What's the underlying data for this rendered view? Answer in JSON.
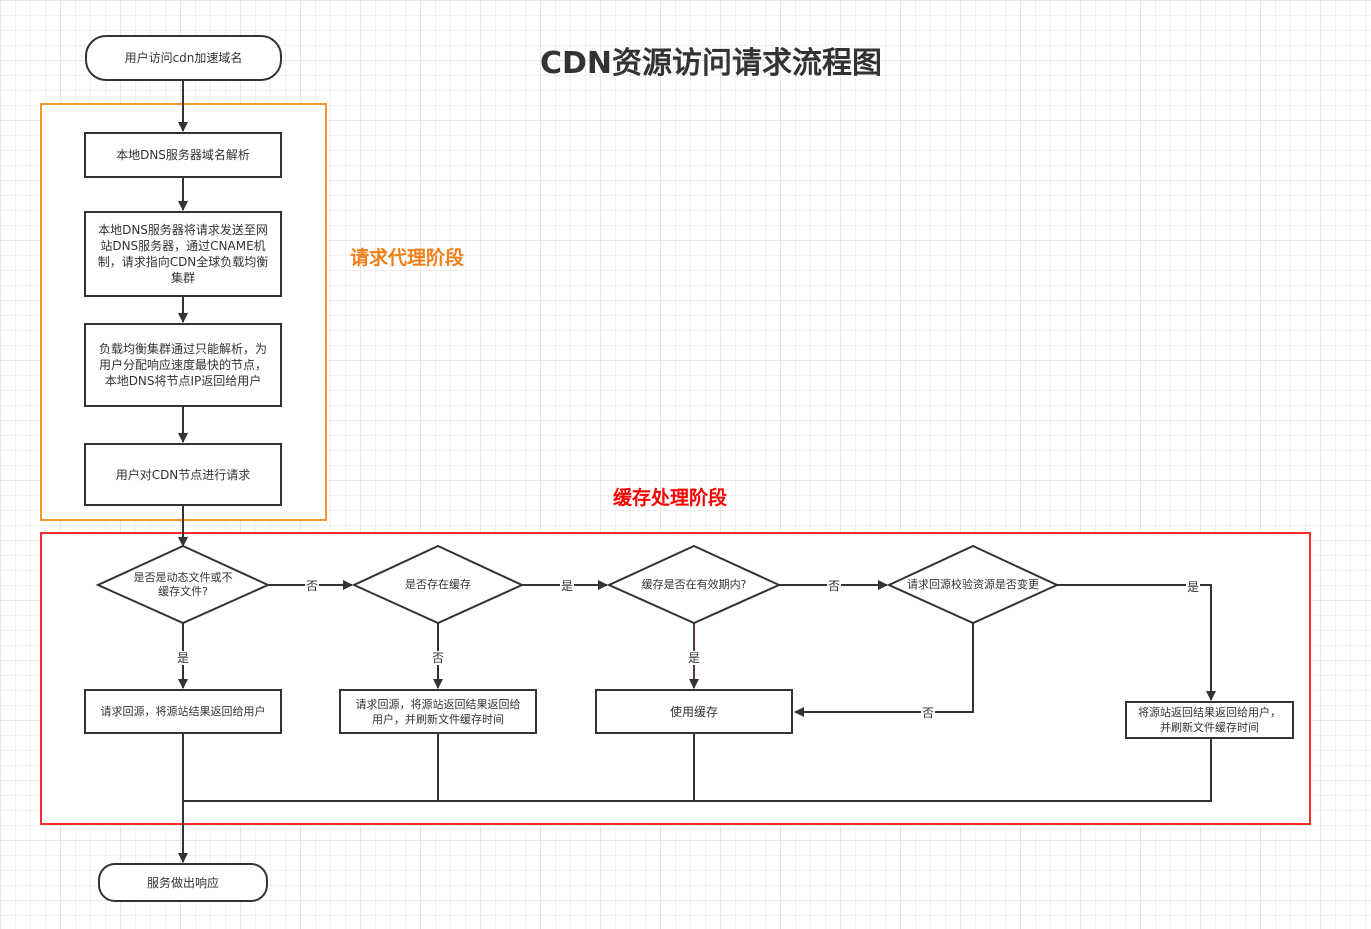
{
  "title": "CDN资源访问请求流程图",
  "colors": {
    "stroke": "#333333",
    "proxy_stage": "#f5932f",
    "cache_stage": "#ff2a2a",
    "proxy_label": "#f07f1a",
    "cache_label": "#ff0000"
  },
  "stages": {
    "proxy": "请求代理阶段",
    "cache": "缓存处理阶段"
  },
  "nodes": {
    "start": "用户访问cdn加速域名",
    "local_dns": "本地DNS服务器域名解析",
    "cname": "本地DNS服务器将请求发送至网站DNS服务器，通过CNAME机制，请求指向CDN全球负载均衡集群",
    "gslb": "负载均衡集群通过只能解析，为用户分配响应速度最快的节点，本地DNS将节点IP返回给用户",
    "request_node": "用户对CDN节点进行请求",
    "decision_dynamic": "是否是动态文件或不缓存文件?",
    "decision_cached": "是否存在缓存",
    "decision_valid": "缓存是否在有效期内?",
    "decision_changed": "请求回源校验资源是否变更",
    "origin_return": "请求回源，将源站结果返回给用户",
    "origin_refresh": "请求回源，将源站返回结果返回给用户，并刷新文件缓存时间",
    "use_cache": "使用缓存",
    "return_refresh": "将源站返回结果返回给用户，并刷新文件缓存时间",
    "end": "服务做出响应"
  },
  "edge_labels": {
    "dynamic_no": "否",
    "dynamic_yes": "是",
    "cached_yes": "是",
    "cached_no": "否",
    "valid_no": "否",
    "valid_yes": "是",
    "changed_yes": "是",
    "changed_no": "否"
  }
}
